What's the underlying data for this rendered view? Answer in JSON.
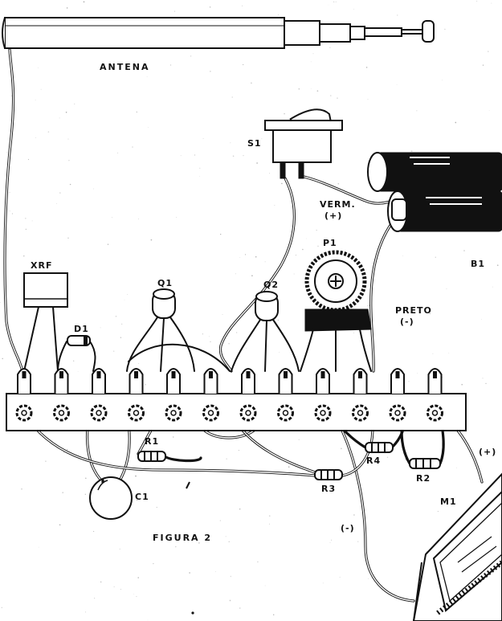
{
  "diagram": {
    "labels": {
      "antenna": "ANTENA",
      "switch": "S1",
      "battery": "B1",
      "battery_red": "VERM.",
      "battery_red_sign": "(+)",
      "battery_black": "PRETO",
      "battery_black_sign": "(-)",
      "choke": "XRF",
      "diode": "D1",
      "transistor_1": "Q1",
      "transistor_2": "Q2",
      "potentiometer": "P1",
      "resistor_1": "R1",
      "resistor_2": "R2",
      "resistor_3": "R3",
      "resistor_4": "R4",
      "capacitor": "C1",
      "meter": "M1",
      "meter_plus": "(+)",
      "meter_minus": "(-)",
      "figure_caption": "FIGURA 2"
    },
    "terminal_strip": {
      "lug_count": 12
    }
  }
}
